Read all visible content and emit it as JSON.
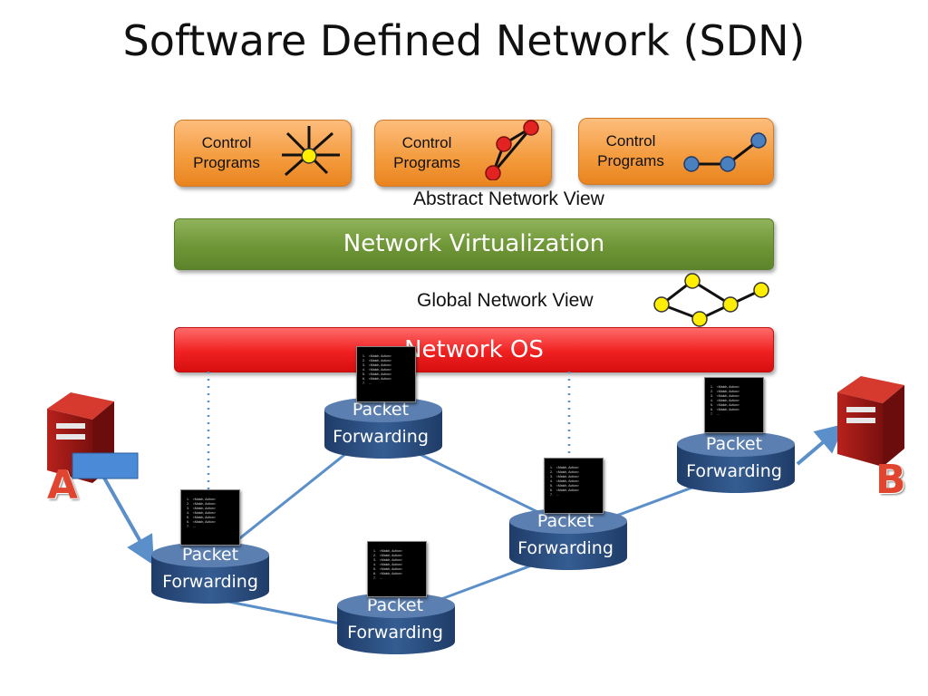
{
  "title": "Software Defined Network (SDN)",
  "control_programs": [
    "Control\nPrograms",
    "Control\nPrograms",
    "Control\nPrograms"
  ],
  "abstract_view": "Abstract Network View",
  "virtualization": "Network Virtualization",
  "global_view": "Global Network View",
  "network_os": "Network OS",
  "packet_forwarding": [
    "Packet\nForwarding",
    "Packet\nForwarding",
    "Packet\nForwarding",
    "Packet\nForwarding",
    "Packet\nForwarding"
  ],
  "flow_table_rows": [
    "1.",
    "2.",
    "3.",
    "4.",
    "5.",
    "6.",
    "7."
  ],
  "flow_table_entry": "<Match, Action>",
  "endpoint_a": "A",
  "endpoint_b": "B",
  "colors": {
    "control_orange": "#f39a3c",
    "virtualization_green": "#6e9636",
    "network_os_red": "#f02020",
    "forwarding_blue": "#3a5f93",
    "link_blue": "#5b8fc9",
    "graph_node_yellow": "#ffee00",
    "graph_node_red": "#e32222",
    "graph_node_blue": "#4a7fc0"
  }
}
